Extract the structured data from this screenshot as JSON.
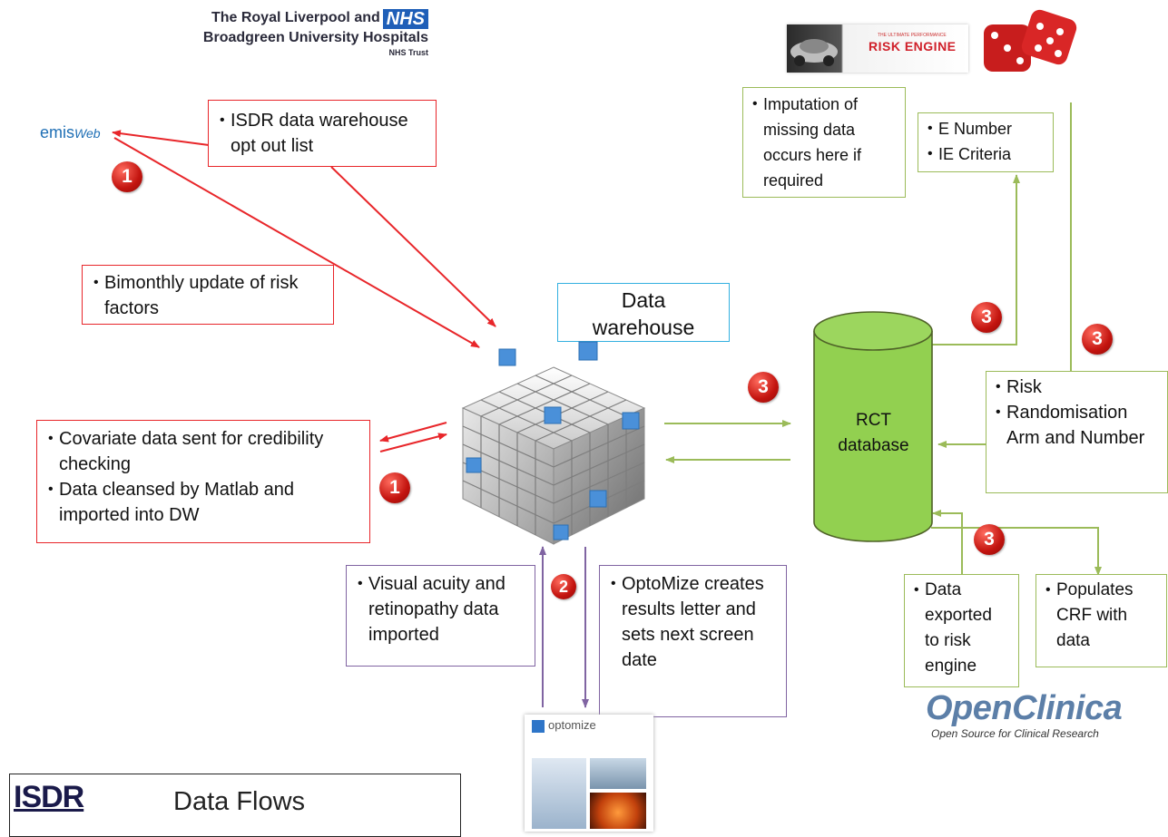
{
  "header": {
    "trust_line1": "The Royal Liverpool and",
    "nhs_badge": "NHS",
    "trust_line2": "Broadgreen University Hospitals",
    "trust_line3": "NHS Trust"
  },
  "logos": {
    "emis_a": "emis",
    "emis_b": "Web",
    "risk_engine_small": "THE ULTIMATE PERFORMANCE",
    "risk_engine_title": "RISK ENGINE",
    "optomize_name": "optomize",
    "openclinica_name": "OpenClinica",
    "openclinica_tagline": "Open Source for Clinical Research",
    "isdr": "ISDR"
  },
  "boxes": {
    "isdr_warehouse": [
      "ISDR data warehouse opt out list"
    ],
    "bimonthly": [
      "Bimonthly update of risk factors"
    ],
    "covariate": [
      "Covariate data sent for credibility checking",
      "Data cleansed by Matlab and imported into DW"
    ],
    "data_warehouse_title": "Data warehouse",
    "imputation": [
      "Imputation of missing data occurs here if required"
    ],
    "e_number": [
      "E Number",
      "IE Criteria"
    ],
    "risk": [
      "Risk",
      "Randomisation Arm and Number"
    ],
    "rct_database": "RCT database",
    "visual_acuity": [
      "Visual acuity and retinopathy data imported"
    ],
    "optomize_box": [
      "OptoMize creates results letter and sets next screen date"
    ],
    "data_exported": [
      "Data exported to risk engine"
    ],
    "populates": [
      "Populates CRF with data"
    ]
  },
  "badges": {
    "b1_top": "1",
    "b1_mid": "1",
    "b2": "2",
    "b3_center": "3",
    "b3_rct": "3",
    "b3_right": "3",
    "b3_bottom": "3"
  },
  "footer": {
    "title": "Data Flows"
  },
  "colors": {
    "red": "#e8262a",
    "green": "#9bbb59",
    "purple": "#8064a2",
    "blue": "#33b0e0",
    "cylinder": "#92d050"
  },
  "icons": {
    "warehouse_cube": "cube-grid-icon",
    "dice": "dice-icon",
    "car": "car-icon"
  }
}
